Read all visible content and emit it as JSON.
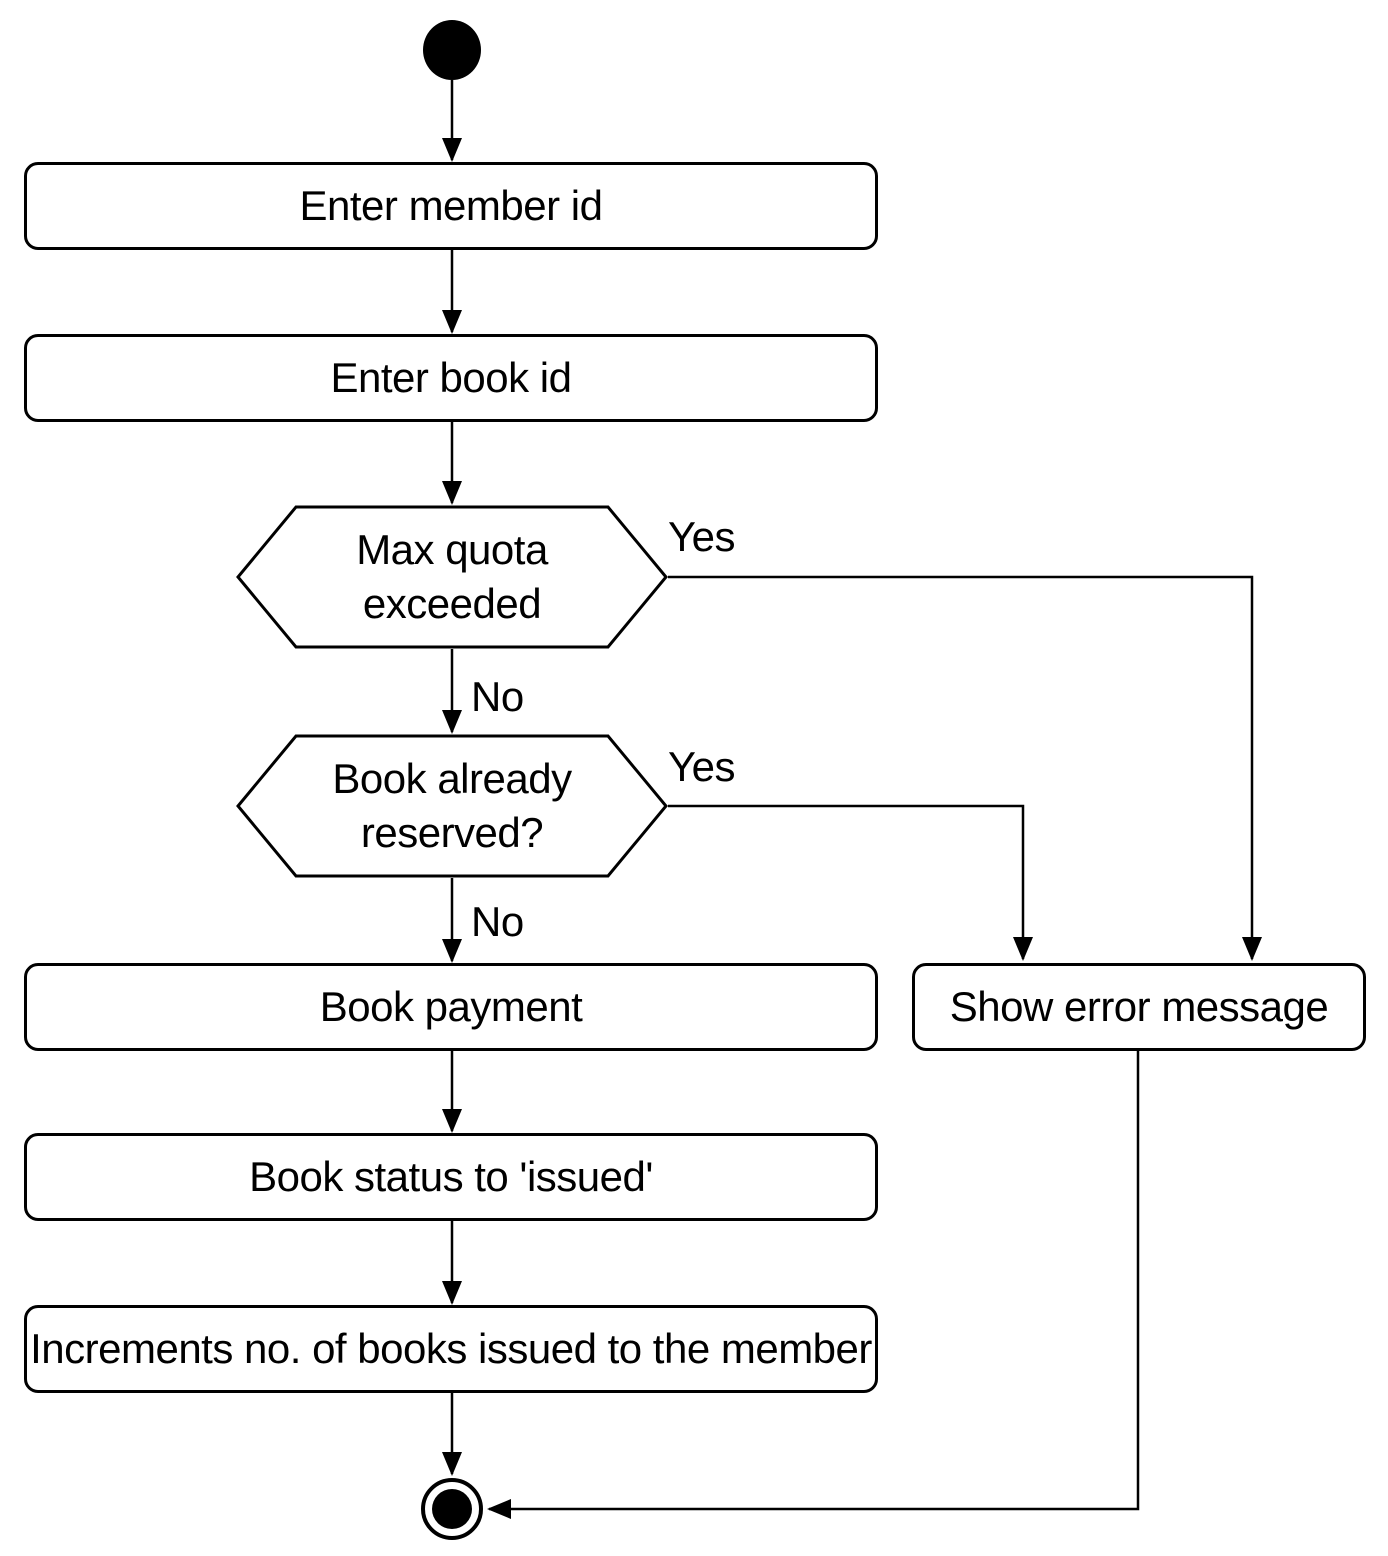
{
  "nodes": {
    "enter_member_id": {
      "label": "Enter member id"
    },
    "enter_book_id": {
      "label": "Enter book id"
    },
    "max_quota": {
      "label": "Max quota exceeded"
    },
    "book_reserved": {
      "label": "Book already reserved?"
    },
    "book_payment": {
      "label": "Book payment"
    },
    "show_error": {
      "label": "Show error message"
    },
    "book_status": {
      "label": "Book status to 'issued'"
    },
    "increment_books": {
      "label": "Increments no. of books issued to the member"
    }
  },
  "edge_labels": {
    "max_quota_yes": "Yes",
    "max_quota_no": "No",
    "book_reserved_yes": "Yes",
    "book_reserved_no": "No"
  },
  "colors": {
    "stroke": "#000000",
    "node_fill": "#ffffff",
    "background": "#ffffff"
  }
}
